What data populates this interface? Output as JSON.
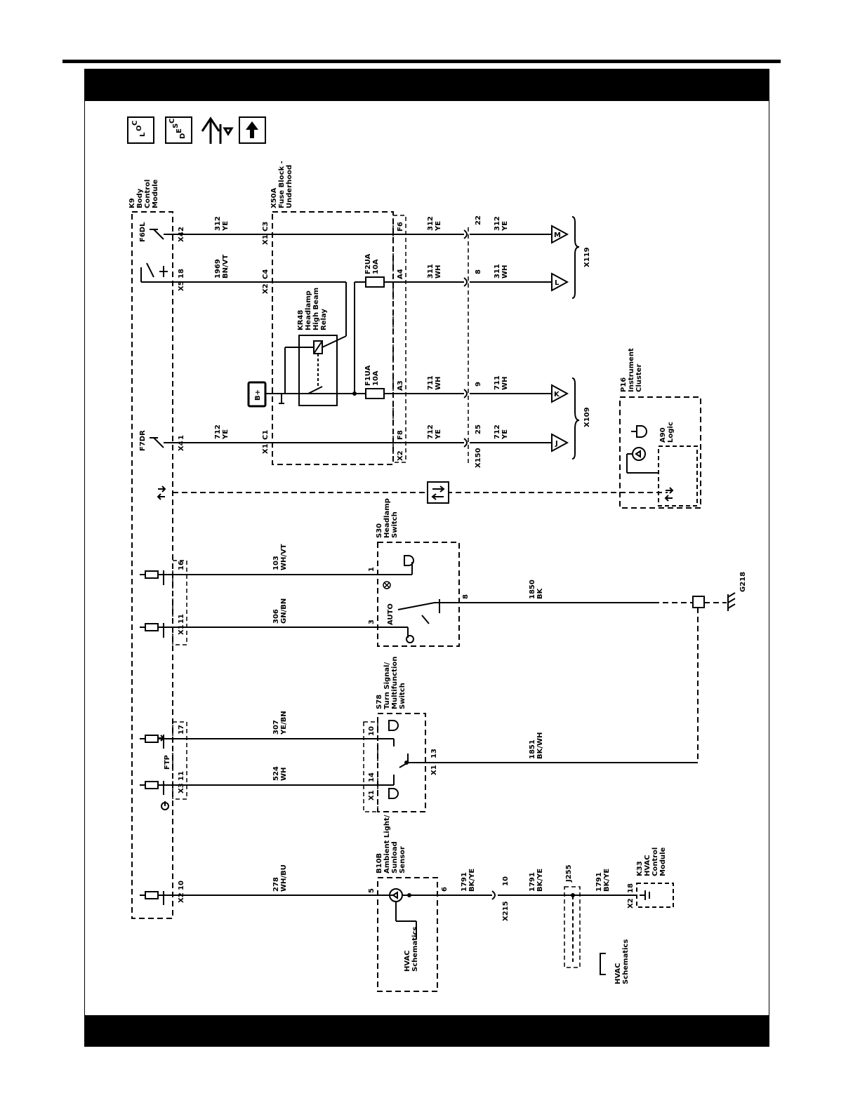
{
  "nav_icons": [
    {
      "name": "location-icon",
      "letters": [
        "L",
        "O",
        "C"
      ]
    },
    {
      "name": "description-icon",
      "letters": [
        "D",
        "E",
        "S",
        "C"
      ]
    },
    {
      "name": "connector-tool-icon"
    },
    {
      "name": "up-arrow-icon"
    }
  ],
  "components": {
    "k9": [
      "K9",
      "Body",
      "Control",
      "Module"
    ],
    "x50a": [
      "X50A",
      "Fuse Block -",
      "Underhood"
    ],
    "kr48": [
      "KR48",
      "Headlamp",
      "High Beam",
      "Relay"
    ],
    "p16": [
      "P16",
      "Instrument",
      "Cluster"
    ],
    "a90": [
      "A90",
      "Logic"
    ],
    "s30": [
      "S30",
      "Headlamp",
      "Switch"
    ],
    "s78": [
      "S78",
      "Turn Signal/",
      "Multifunction",
      "Switch"
    ],
    "b10b": [
      "B10B",
      "Ambient Light/",
      "Sunload",
      "Sensor"
    ],
    "k33": [
      "K33",
      "HVAC",
      "Control",
      "Module"
    ],
    "hvac_sch_1": [
      "HVAC",
      "Schematics"
    ],
    "hvac_sch_2": [
      "HVAC",
      "Schematics"
    ],
    "g218": "G218",
    "j255": "J255",
    "b_plus": "B+",
    "ftp": "FTP",
    "auto": "AUTO"
  },
  "outputs": {
    "f6dl": "F6DL",
    "f7dr": "F7DR"
  },
  "fuses": {
    "f2ua": [
      "F2UA",
      "10A"
    ],
    "f1ua": [
      "F1UA",
      "10A"
    ]
  },
  "circuits": {
    "c312": [
      "312",
      "YE"
    ],
    "c1969": [
      "1969",
      "BN/VT"
    ],
    "c311": [
      "311",
      "WH"
    ],
    "c711": [
      "711",
      "WH"
    ],
    "c712": [
      "712",
      "YE"
    ],
    "c103": [
      "103",
      "WH/VT"
    ],
    "c306": [
      "306",
      "GN/BN"
    ],
    "c307": [
      "307",
      "YE/BN"
    ],
    "c524": [
      "524",
      "WH"
    ],
    "c278": [
      "278",
      "WH/BU"
    ],
    "c1791": [
      "1791",
      "BK/YE"
    ],
    "c1850": [
      "1850",
      "BK"
    ],
    "c1851": [
      "1851",
      "BK/WH"
    ]
  },
  "connectors": {
    "x4": "X4",
    "x5": "X5",
    "x1": "X1",
    "x3": "X3",
    "x2": "X2",
    "x150": "X150",
    "x215": "X215",
    "c3": "C3",
    "c4": "C4",
    "c1": "C1",
    "f6": "F6",
    "a4": "A4",
    "a3": "A3",
    "f8": "F8"
  },
  "pins": {
    "p2": "2",
    "p18": "18",
    "p1": "1",
    "p16": "16",
    "p11a": "11",
    "p17": "17",
    "p11b": "11",
    "p10": "10",
    "p22": "22",
    "p8": "8",
    "p9": "9",
    "p25": "25",
    "s30_1": "1",
    "s30_3": "3",
    "s30_8": "8",
    "s78_10": "10",
    "s78_14": "14",
    "s78_13": "13",
    "b10b_5": "5",
    "b10b_6": "6",
    "x215_10": "10",
    "k33_18": "18"
  },
  "terminals": {
    "m": "M",
    "l": "L",
    "k": "K",
    "j": "J"
  },
  "inline_connectors": {
    "x119": "X119",
    "x109": "X109"
  }
}
